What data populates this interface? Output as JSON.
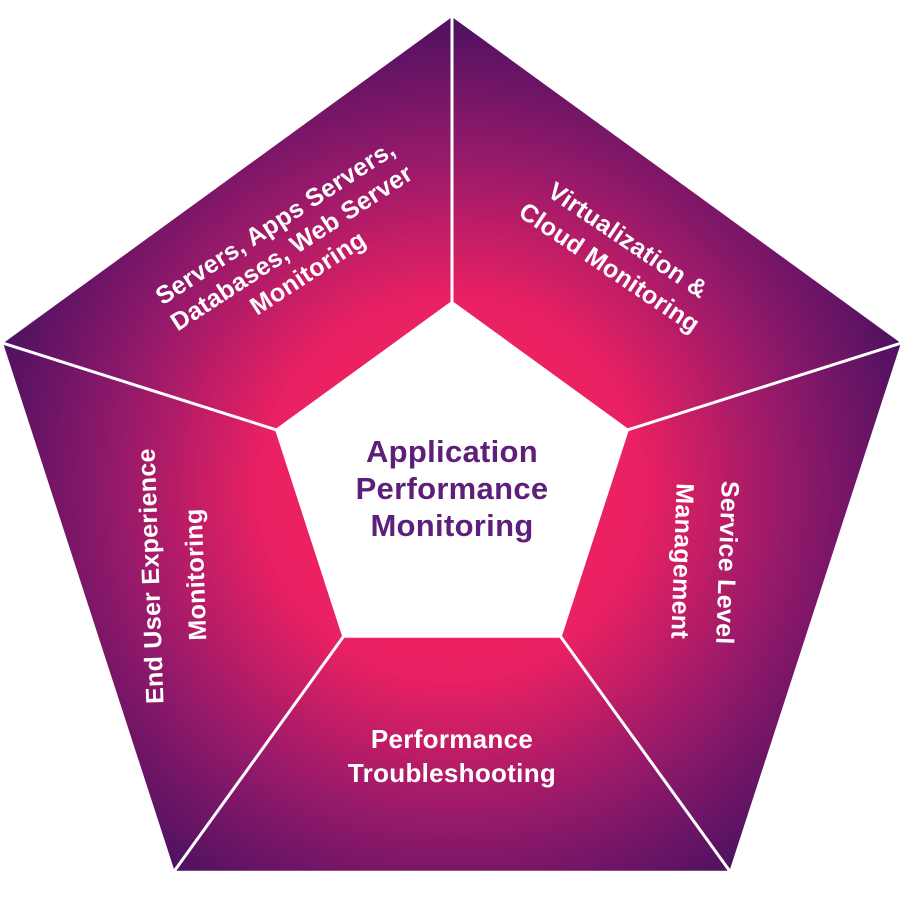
{
  "colors": {
    "gradient_core": "#f02363",
    "gradient_inner": "#ea2162",
    "gradient_mid": "#92196a",
    "gradient_outer": "#4e1161",
    "center_fill": "#ffffff",
    "center_text": "#5d1f79",
    "label_text": "#ffffff",
    "divider": "#ffffff"
  },
  "center": {
    "lines": [
      "Application",
      "Performance",
      "Monitoring"
    ]
  },
  "segments": {
    "servers": {
      "lines": [
        "Servers, Apps Servers,",
        "Databases, Web Server",
        "Monitoring"
      ]
    },
    "virtualization": {
      "lines": [
        "Virtualization &",
        "Cloud Monitoring"
      ]
    },
    "service_level": {
      "lines": [
        "Service Level",
        "Management"
      ]
    },
    "troubleshooting": {
      "lines": [
        "Performance",
        "Troubleshooting"
      ]
    },
    "end_user": {
      "lines": [
        "End User Experience",
        "Monitoring"
      ]
    }
  }
}
